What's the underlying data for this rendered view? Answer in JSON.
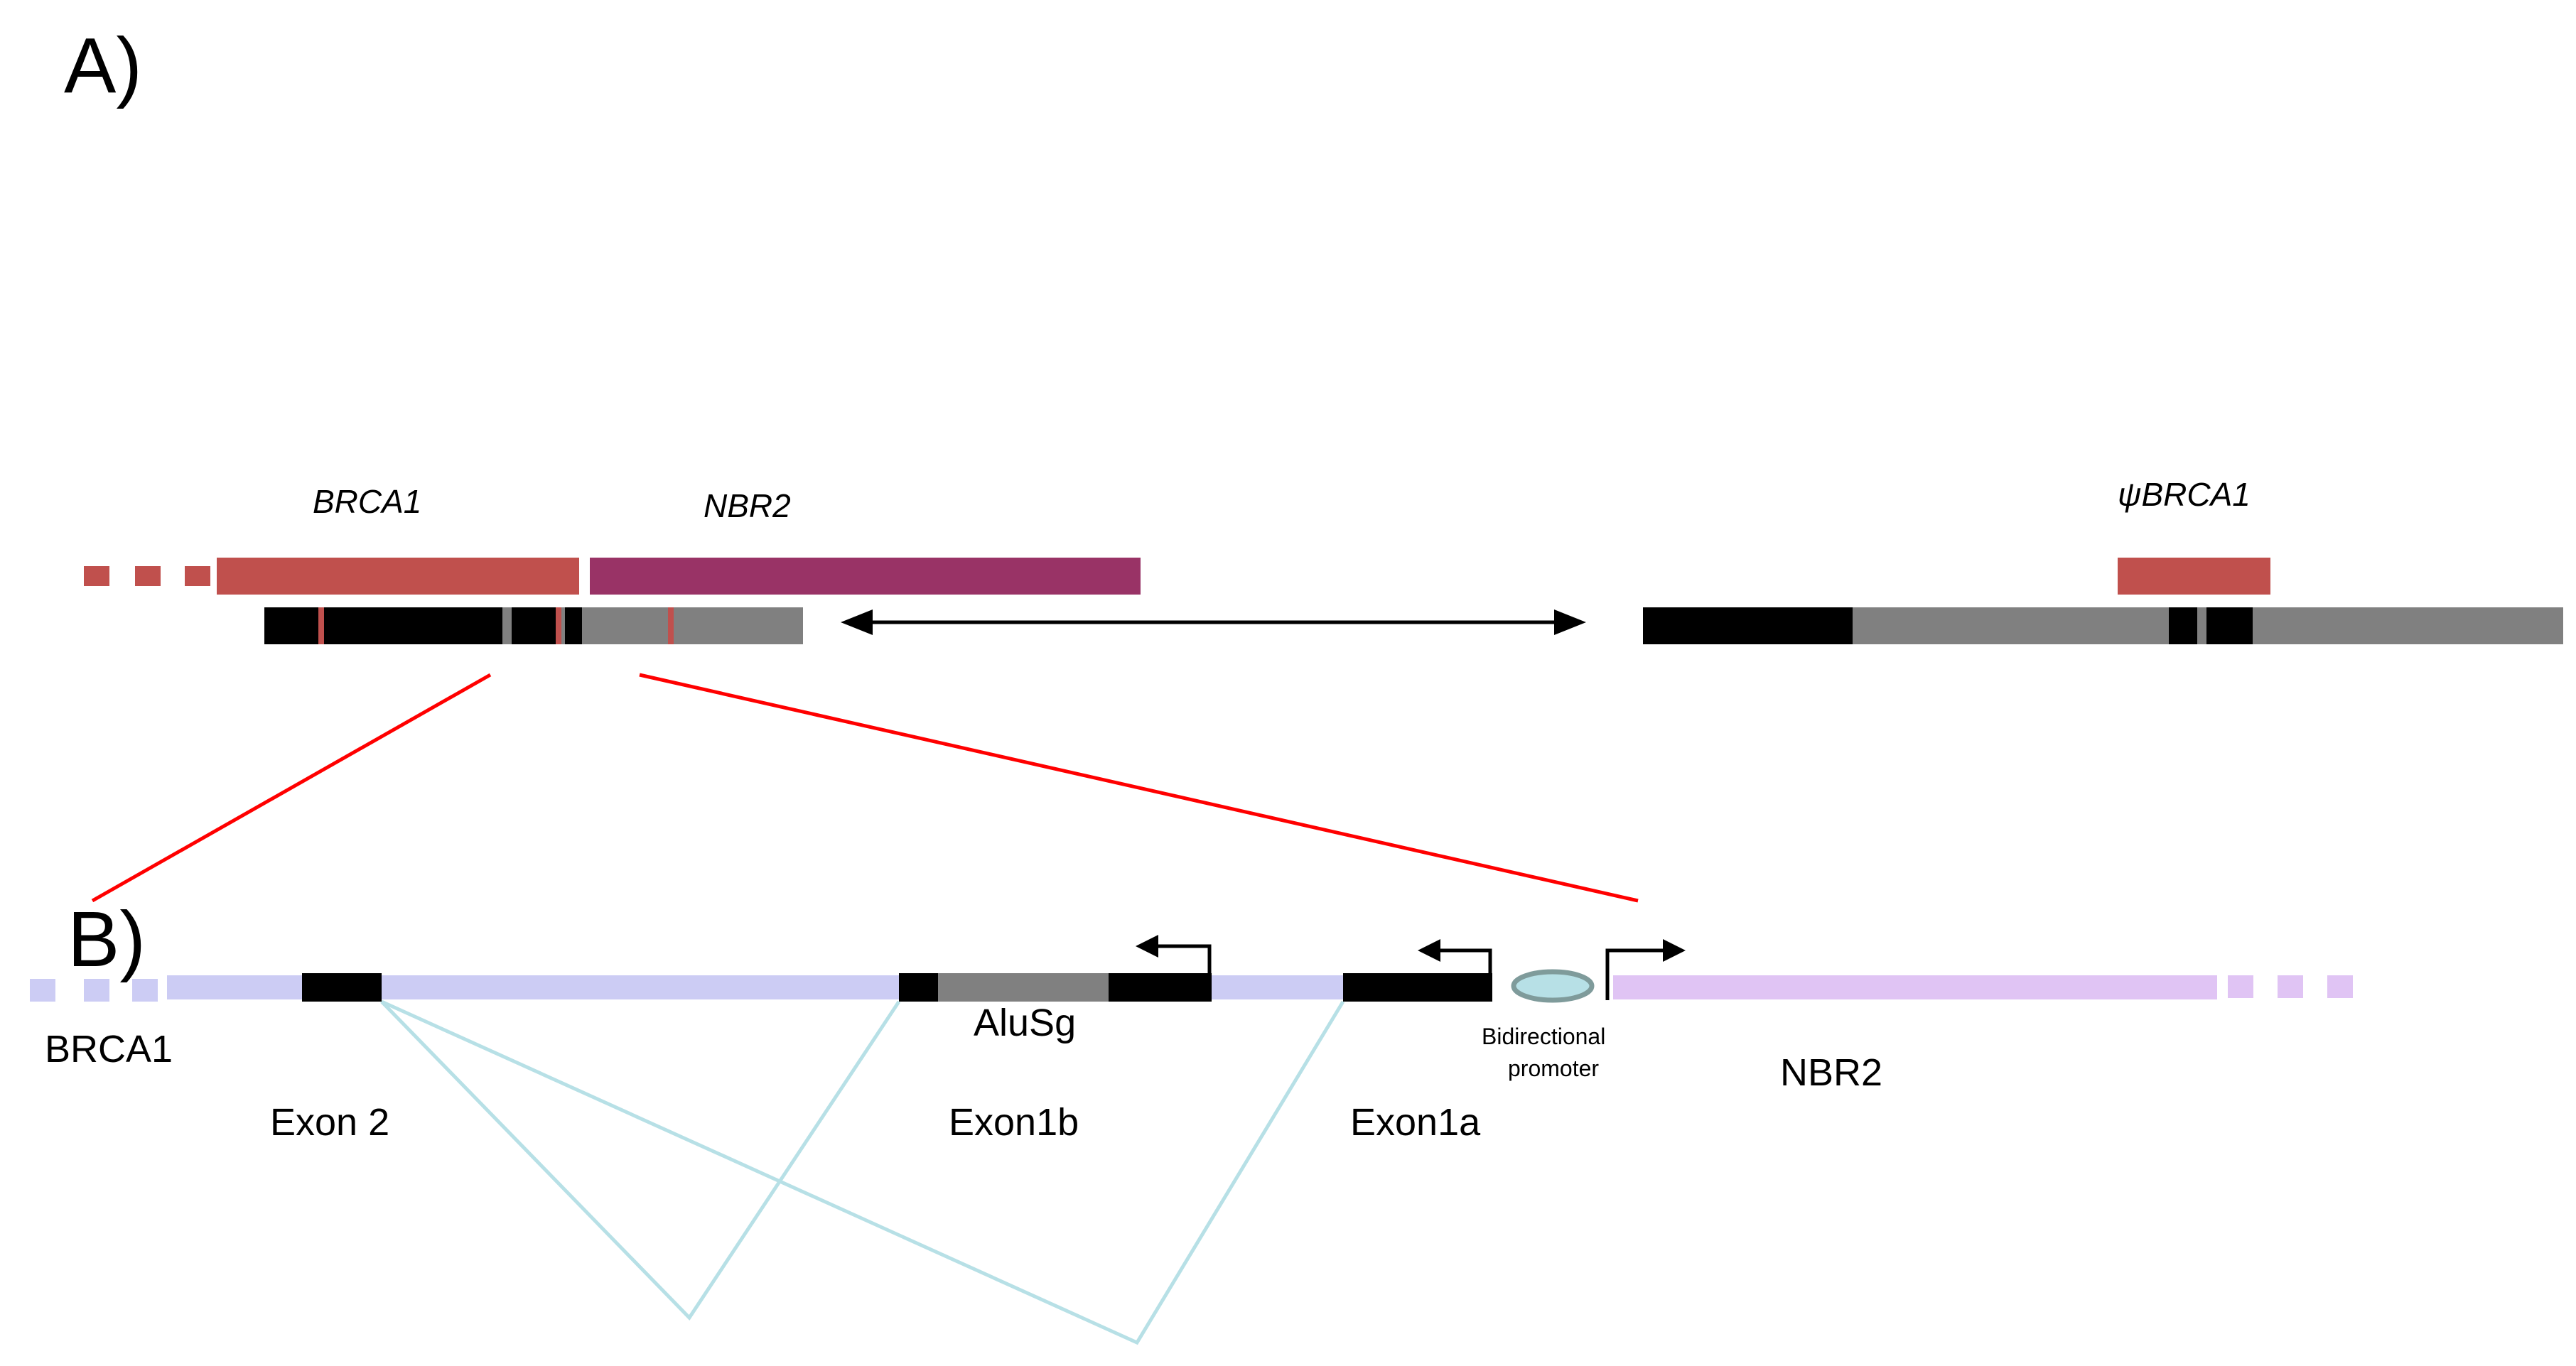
{
  "panels": {
    "a": {
      "label": "A)"
    },
    "b": {
      "label": "B)"
    }
  },
  "panel_a": {
    "brca1_label": "BRCA1",
    "nbr2_label": "NBR2",
    "pseudo_brca1_label": "ψBRCA1"
  },
  "panel_b": {
    "brca1_label": "BRCA1",
    "exon2_label": "Exon 2",
    "alusg_label": "AluSg",
    "exon1b_label": "Exon1b",
    "exon1a_label": "Exon1a",
    "promoter_label_line1": "Bidirectional",
    "promoter_label_line2": "promoter",
    "nbr2_label": "NBR2"
  },
  "colors": {
    "brca1_bar": "#c0504d",
    "nbr2_bar": "#993366",
    "dna_black": "#000000",
    "dna_gray": "#808080",
    "zoom_lines": "#ff0000",
    "brca1_region_b": "#ccccf4",
    "nbr2_region_b": "#e0c4f4",
    "splice_lines": "#b7e0e6",
    "promoter_fill": "#b7e0e6",
    "promoter_stroke": "#7f9b9b"
  },
  "icons": [
    "double-headed-arrow",
    "transcription-start-arrow",
    "promoter-ellipse"
  ]
}
